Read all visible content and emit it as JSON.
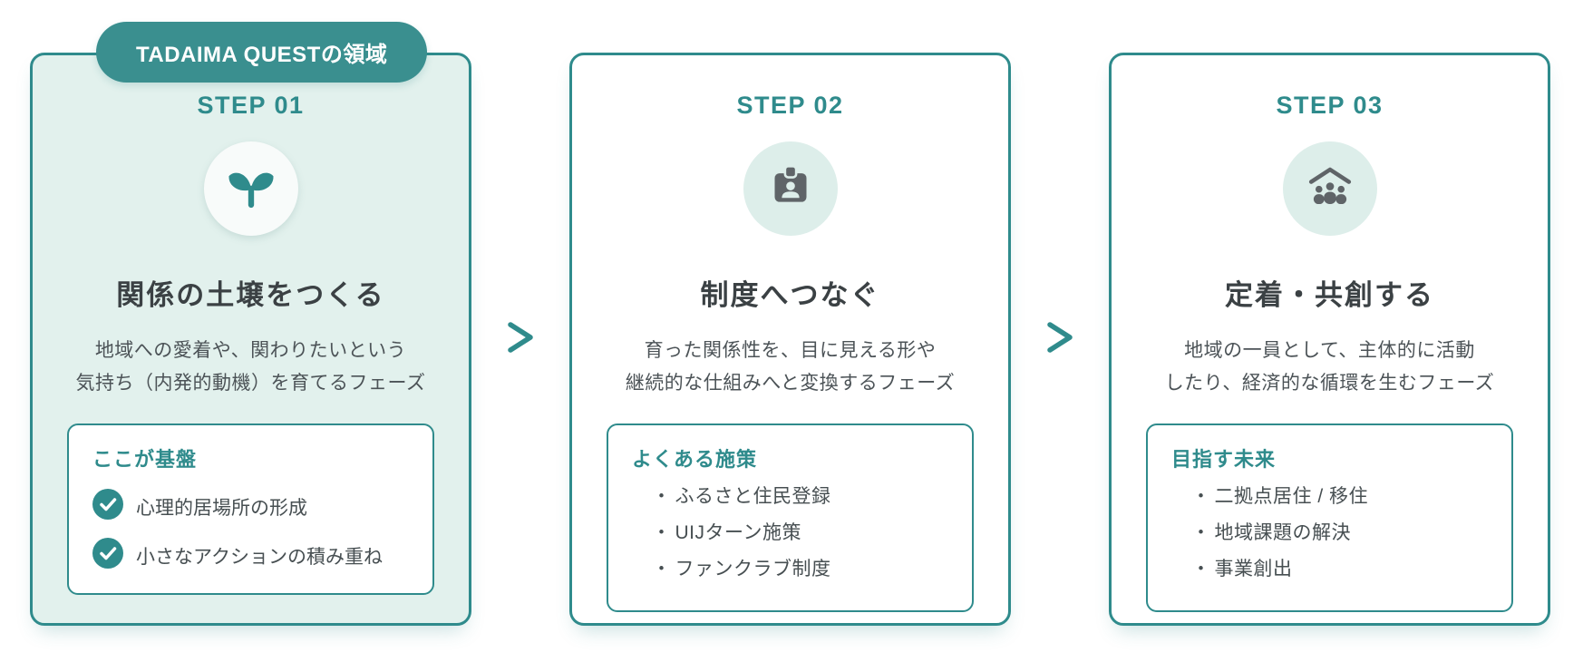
{
  "colors": {
    "accent_teal": "#2f8b8c",
    "badge_teal": "#3a8f8f",
    "card_mint": "#e2f1ed",
    "icon_circle_mint": "#ddeeea",
    "icon_gray": "#5f6468",
    "title_dark": "#3b4144"
  },
  "badge": {
    "label": "TADAIMA QUESTの領域"
  },
  "arrow_glyph": ">",
  "steps": [
    {
      "step_label": "STEP 01",
      "icon": "sprout-icon",
      "title": "関係の土壌をつくる",
      "description_line1": "地域への愛着や、関わりたいという",
      "description_line2": "気持ち（内発的動機）を育てるフェーズ",
      "panel": {
        "heading": "ここが基盤",
        "bullet_style": "check",
        "items": [
          "心理的居場所の形成",
          "小さなアクションの積み重ね"
        ]
      }
    },
    {
      "step_label": "STEP 02",
      "icon": "id-badge-icon",
      "title": "制度へつなぐ",
      "description_line1": "育った関係性を、目に見える形や",
      "description_line2": "継続的な仕組みへと変換するフェーズ",
      "panel": {
        "heading": "よくある施策",
        "bullet_style": "dot",
        "bullet_glyph": "・",
        "items": [
          "ふるさと住民登録",
          "UIJターン施策",
          "ファンクラブ制度"
        ]
      }
    },
    {
      "step_label": "STEP 03",
      "icon": "house-people-icon",
      "title": "定着・共創する",
      "description_line1": "地域の一員として、主体的に活動",
      "description_line2": "したり、経済的な循環を生むフェーズ",
      "panel": {
        "heading": "目指す未来",
        "bullet_style": "dot",
        "bullet_glyph": "・",
        "items": [
          "二拠点居住 / 移住",
          "地域課題の解決",
          "事業創出"
        ]
      }
    }
  ]
}
